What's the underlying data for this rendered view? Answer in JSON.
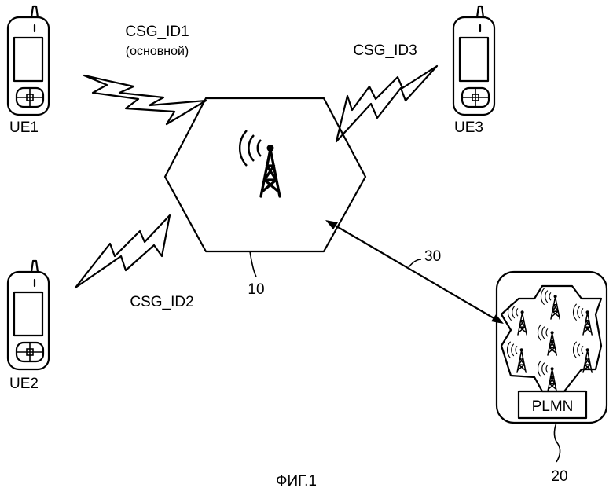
{
  "figure": {
    "caption": "ФИГ.1",
    "ue1": {
      "label": "UE1",
      "csg": "CSG_ID1",
      "csg_note": "(основной)"
    },
    "ue2": {
      "label": "UE2",
      "csg": "CSG_ID2"
    },
    "ue3": {
      "label": "UE3",
      "csg": "CSG_ID3"
    },
    "base_station_ref": "10",
    "network_ref": "20",
    "link_ref": "30",
    "plmn_label": "PLMN"
  }
}
